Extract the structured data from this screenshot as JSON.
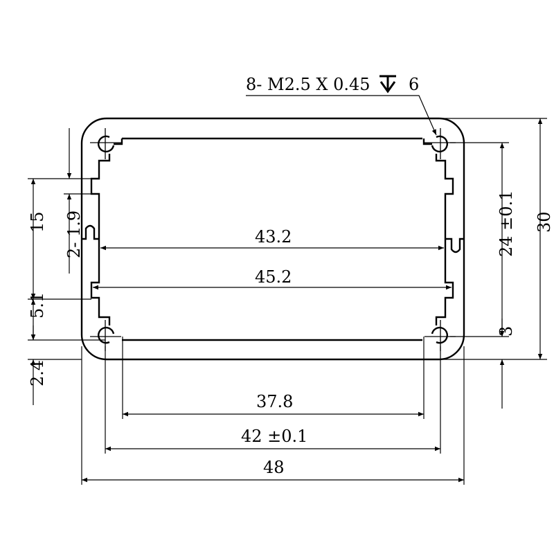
{
  "callout": {
    "thread": "8- M2.5 X 0.45",
    "depth_symbol": "depth-icon",
    "depth": "6"
  },
  "dimensions": {
    "inner_width": "43.2",
    "rail_width": "45.2",
    "bottom_inner": "37.8",
    "hole_pitch_x": "42 ±0.1",
    "overall_width": "48",
    "overall_height": "30",
    "hole_pitch_y": "24 ±0.1",
    "hole_offset": "3",
    "slot_height": "15",
    "slot_gap": "2- 1.9",
    "rail_offset": "5.1",
    "wall": "2.4"
  }
}
